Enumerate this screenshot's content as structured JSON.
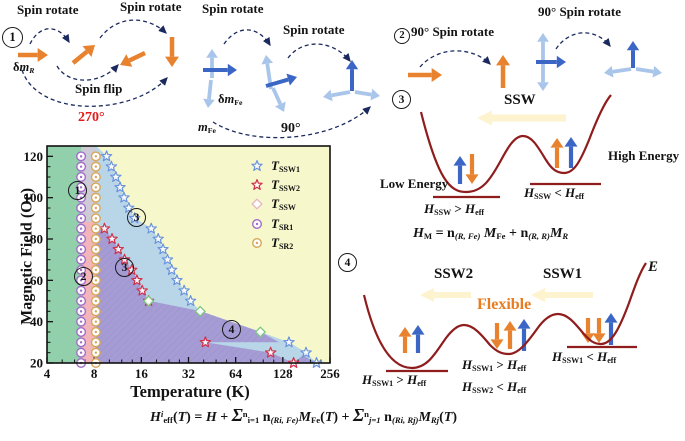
{
  "numbers": {
    "n1": "1",
    "n2": "2",
    "n3": "3",
    "n4": "4"
  },
  "colors": {
    "orange_arrow": "#e8822e",
    "dark_blue_arrow": "#3b66c6",
    "light_blue_arrow": "#a9c6ea",
    "navy_dash": "#1b2a5e",
    "dark_red_curve": "#8f1d1d",
    "red_angle_text": "#e41a1a",
    "flexible_text": "#e87c20",
    "region_green": "#92d0ac",
    "region_gray": "#cdccd6",
    "region_pink": "#f2b6ba",
    "region_lightblue": "#b9d6e9",
    "region_purple": "#a79bd4",
    "region_yellow": "#f6f8cb",
    "marker_blue": "#6a93dd",
    "marker_red": "#cf3049",
    "marker_green_diamond": "#7cc87c",
    "marker_sr1": "#a36cc9",
    "marker_sr2": "#d7a65b",
    "legend_diamond": "#e4b6c4"
  },
  "top": {
    "s1": {
      "spin_rotate_a": "Spin rotate",
      "spin_rotate_b": "Spin rotate",
      "spin_flip": "Spin flip",
      "angle": "270°",
      "dmr": [
        {
          "t": "δ",
          "f": ""
        },
        {
          "t": "m",
          "f": "i"
        },
        {
          "t": "R",
          "f": "sub i"
        }
      ]
    },
    "s2": {
      "spin_rotate_a": "Spin rotate",
      "spin_rotate_b": "Spin rotate",
      "angle": "90°",
      "dmfe": [
        {
          "t": "δ",
          "f": ""
        },
        {
          "t": "m",
          "f": "i"
        },
        {
          "t": "Fe",
          "f": "sub"
        }
      ],
      "mfe": [
        {
          "t": "m",
          "f": "i"
        },
        {
          "t": "Fe",
          "f": "sub"
        }
      ]
    },
    "s3": {
      "header": "90° Spin rotate"
    },
    "s4": {
      "header": "90° Spin rotate"
    }
  },
  "diagram3": {
    "ssw": "SSW",
    "low": "Low Energy",
    "high": "High Energy",
    "left_cond": [
      {
        "t": "H",
        "f": "i"
      },
      {
        "t": "SSW",
        "f": "sub"
      },
      {
        "t": " > ",
        "f": ""
      },
      {
        "t": "H",
        "f": "i"
      },
      {
        "t": "eff",
        "f": "sub"
      }
    ],
    "right_cond": [
      {
        "t": "H",
        "f": "i"
      },
      {
        "t": "SSW",
        "f": "sub"
      },
      {
        "t": " < ",
        "f": ""
      },
      {
        "t": "H",
        "f": "i"
      },
      {
        "t": "eff",
        "f": "sub"
      }
    ],
    "eq": [
      {
        "t": "H",
        "f": "i"
      },
      {
        "t": "M",
        "f": "sub"
      },
      {
        "t": " = n",
        "f": ""
      },
      {
        "t": "(R, Fe)",
        "f": "sub i"
      },
      {
        "t": " ",
        "f": ""
      },
      {
        "t": "M",
        "f": "i"
      },
      {
        "t": "Fe",
        "f": "sub"
      },
      {
        "t": " + n",
        "f": ""
      },
      {
        "t": "(R, R)",
        "f": "sub i"
      },
      {
        "t": "M",
        "f": "i"
      },
      {
        "t": "R",
        "f": "sub i"
      }
    ]
  },
  "diagram4": {
    "ssw2": "SSW2",
    "ssw1": "SSW1",
    "flexible": "Flexible",
    "energy": "E",
    "left_cond": [
      {
        "t": "H",
        "f": "i"
      },
      {
        "t": "SSW1",
        "f": "sub"
      },
      {
        "t": " > ",
        "f": ""
      },
      {
        "t": "H",
        "f": "i"
      },
      {
        "t": "eff",
        "f": "sub"
      }
    ],
    "mid_cond1": [
      {
        "t": "H",
        "f": "i"
      },
      {
        "t": "SSW1",
        "f": "sub"
      },
      {
        "t": " > ",
        "f": ""
      },
      {
        "t": "H",
        "f": "i"
      },
      {
        "t": "eff",
        "f": "sub"
      }
    ],
    "mid_cond2": [
      {
        "t": "H",
        "f": "i"
      },
      {
        "t": "SSW2",
        "f": "sub"
      },
      {
        "t": " < ",
        "f": ""
      },
      {
        "t": "H",
        "f": "i"
      },
      {
        "t": "eff",
        "f": "sub"
      }
    ],
    "right_cond": [
      {
        "t": "H",
        "f": "i"
      },
      {
        "t": "SSW1",
        "f": "sub"
      },
      {
        "t": " < ",
        "f": ""
      },
      {
        "t": "H",
        "f": "i"
      },
      {
        "t": "eff",
        "f": "sub"
      }
    ]
  },
  "equation_bottom": [
    {
      "t": "H",
      "f": "i"
    },
    {
      "t": "i",
      "f": "sup i"
    },
    {
      "t": "eff",
      "f": "sub"
    },
    {
      "t": "(",
      "f": ""
    },
    {
      "t": "T",
      "f": "i"
    },
    {
      "t": ") = ",
      "f": ""
    },
    {
      "t": "H",
      "f": "i"
    },
    {
      "t": " + ",
      "f": ""
    },
    {
      "t": "Σ",
      "f": "sum"
    },
    {
      "t": "n",
      "f": "sup"
    },
    {
      "t": "i=1",
      "f": "sub"
    },
    {
      "t": " n",
      "f": ""
    },
    {
      "t": "(Ri, Fe)",
      "f": "sub i"
    },
    {
      "t": "M",
      "f": "i"
    },
    {
      "t": "Fe",
      "f": "sub"
    },
    {
      "t": "(",
      "f": ""
    },
    {
      "t": "T",
      "f": "i"
    },
    {
      "t": ") + ",
      "f": ""
    },
    {
      "t": "Σ",
      "f": "sum"
    },
    {
      "t": "n",
      "f": "sup"
    },
    {
      "t": "j=1",
      "f": "sub i"
    },
    {
      "t": " n",
      "f": ""
    },
    {
      "t": "(Ri, Rj)",
      "f": "sub i"
    },
    {
      "t": "M",
      "f": "i"
    },
    {
      "t": "Rj",
      "f": "sub i"
    },
    {
      "t": "(",
      "f": ""
    },
    {
      "t": "T",
      "f": "i"
    },
    {
      "t": ")",
      "f": ""
    }
  ],
  "chart_data": {
    "type": "scatter",
    "xlabel": "Temperature (K)",
    "ylabel": "Magnetic Field (Oe)",
    "x_scale": "log2",
    "xlim": [
      4,
      256
    ],
    "ylim": [
      20,
      125
    ],
    "x_ticks": [
      4,
      8,
      16,
      32,
      64,
      128,
      256
    ],
    "y_ticks": [
      20,
      40,
      60,
      80,
      100,
      120
    ],
    "grid": false,
    "legend_position": "top-right-inside",
    "series": [
      {
        "name": "T_SSW1",
        "marker": "star",
        "color": "#6a93dd",
        "points": [
          [
            9.6,
            120
          ],
          [
            10.3,
            115
          ],
          [
            11,
            110
          ],
          [
            11.7,
            105
          ],
          [
            12.4,
            100
          ],
          [
            13.3,
            95
          ],
          [
            14.5,
            90
          ],
          [
            18.5,
            85
          ],
          [
            20.5,
            80
          ],
          [
            22,
            75
          ],
          [
            23.5,
            70
          ],
          [
            25,
            65
          ],
          [
            27,
            60
          ],
          [
            30,
            55
          ],
          [
            33,
            50
          ],
          [
            140,
            30
          ],
          [
            180,
            25
          ],
          [
            210,
            20
          ]
        ]
      },
      {
        "name": "T_SSW2",
        "marker": "star",
        "color": "#cf3049",
        "points": [
          [
            9.3,
            85
          ],
          [
            10.4,
            80
          ],
          [
            11.4,
            75
          ],
          [
            12.5,
            70
          ],
          [
            13.9,
            65
          ],
          [
            15,
            60
          ],
          [
            16.2,
            55
          ],
          [
            17.8,
            50
          ],
          [
            41,
            30
          ],
          [
            107,
            25
          ],
          [
            150,
            20
          ]
        ]
      },
      {
        "name": "T_SSW",
        "marker": "diamond",
        "color": "#7cc87c",
        "points": [
          [
            17.8,
            50
          ],
          [
            38,
            45
          ],
          [
            92,
            35
          ]
        ]
      },
      {
        "name": "T_SR1",
        "marker": "circle",
        "color": "#a36cc9",
        "points": [
          [
            6.6,
            20
          ],
          [
            6.6,
            25
          ],
          [
            6.6,
            30
          ],
          [
            6.6,
            35
          ],
          [
            6.6,
            40
          ],
          [
            6.6,
            45
          ],
          [
            6.6,
            50
          ],
          [
            6.6,
            55
          ],
          [
            6.6,
            60
          ],
          [
            6.6,
            65
          ],
          [
            6.6,
            70
          ],
          [
            6.6,
            75
          ],
          [
            6.6,
            80
          ],
          [
            6.6,
            85
          ],
          [
            6.6,
            90
          ],
          [
            6.6,
            95
          ],
          [
            6.6,
            100
          ],
          [
            6.6,
            105
          ],
          [
            6.6,
            110
          ],
          [
            6.6,
            115
          ],
          [
            6.6,
            120
          ]
        ]
      },
      {
        "name": "T_SR2",
        "marker": "circle",
        "color": "#d7a65b",
        "points": [
          [
            8.2,
            20
          ],
          [
            8.2,
            25
          ],
          [
            8.2,
            30
          ],
          [
            8.2,
            35
          ],
          [
            8.2,
            40
          ],
          [
            8.2,
            45
          ],
          [
            8.2,
            50
          ],
          [
            8.2,
            55
          ],
          [
            8.2,
            60
          ],
          [
            8.2,
            65
          ],
          [
            8.2,
            70
          ],
          [
            8.2,
            75
          ],
          [
            8.2,
            80
          ],
          [
            8.2,
            85
          ],
          [
            8.2,
            90
          ],
          [
            8.2,
            95
          ],
          [
            8.2,
            100
          ],
          [
            8.2,
            105
          ],
          [
            8.2,
            110
          ],
          [
            8.2,
            115
          ],
          [
            8.2,
            120
          ]
        ]
      }
    ],
    "legend": [
      {
        "marker": "star",
        "color": "#6a93dd",
        "label": [
          {
            "t": "T",
            "f": "i"
          },
          {
            "t": "SSW1",
            "f": "sub"
          }
        ]
      },
      {
        "marker": "star",
        "color": "#cf3049",
        "label": [
          {
            "t": "T",
            "f": "i"
          },
          {
            "t": "SSW2",
            "f": "sub"
          }
        ]
      },
      {
        "marker": "diamond",
        "color": "#e4b6c4",
        "label": [
          {
            "t": "T",
            "f": "i"
          },
          {
            "t": "SSW",
            "f": "sub"
          }
        ]
      },
      {
        "marker": "circle",
        "color": "#a36cc9",
        "label": [
          {
            "t": "T",
            "f": "i"
          },
          {
            "t": "SR1",
            "f": "sub"
          }
        ]
      },
      {
        "marker": "circle",
        "color": "#d7a65b",
        "label": [
          {
            "t": "T",
            "f": "i"
          },
          {
            "t": "SR2",
            "f": "sub"
          }
        ]
      }
    ]
  }
}
